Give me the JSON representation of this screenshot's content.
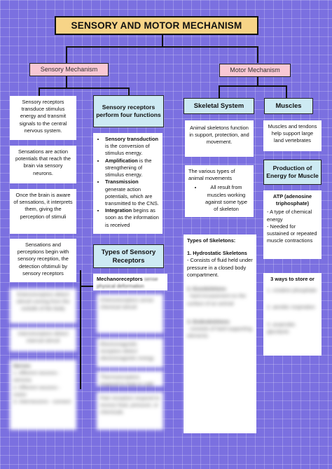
{
  "title": "SENSORY AND MOTOR MECHANISM",
  "sensory": {
    "label": "Sensory Mechanism",
    "col1": [
      "Sensory receptors transduce stimulus energy and transmit signals to the central nervous system.",
      "Sensations are action potentials that reach the brain via sensory neurons.",
      "Once the brain is aware of sensations, it interprets them, giving the perception of stimuli",
      "Sensations and perceptions begin with sensory reception, the detection ofstimuli by sensory receptors",
      "Exteroreceptors detect stimuli coming from the outside of the body",
      "Interoreceptors detect internal stimuli",
      "Nerves",
      "1. Afferent neurons - sensory",
      "2. Efferent neurons - motor",
      "3. Interneurons - connect"
    ],
    "functions": {
      "header": "Sensory receptors perform four functions",
      "items": [
        {
          "term": "Sensory transduction",
          "text": " is the conversion of stimulus energy."
        },
        {
          "term": "Amplification",
          "text": " is the strengthening of stimulus energy."
        },
        {
          "term": "Transmission",
          "text": " generate action potentials, which are transmitted to the CNS."
        },
        {
          "term": "Integration",
          "text": " begins as soon as the information is received"
        }
      ]
    },
    "types": {
      "header": "Types of Sensory Receptors",
      "mechano": {
        "term": "Mechanoreceptors",
        "text": " sense physical deformation"
      },
      "blurred": [
        "Chemoreceptors sense chemical stimuli",
        "Electromagnetic receptors detect electromagnetic energy",
        "Thermoreceptors respond to heat or cold",
        "Pain receptors respond to excess heat, pressure, or chemicals"
      ]
    }
  },
  "motor": {
    "label": "Motor Mechanism",
    "skeletal": {
      "header": "Skeletal System",
      "box1": "Animal skeletons function in support, protection, and movement.",
      "box2_lead": "The various types of animal movements",
      "box2_item": "All result from muscles working against some type of skeleton",
      "types_header": "Types of Skeletons:",
      "hydro_title": "1. Hydrostatic Skeletons",
      "hydro_text": "- Consists of fluid held under pressure in a closed body compartment.",
      "blurred": [
        "2. Exoskeletons",
        "- hard encasement on the surface of an animal",
        "3. Endoskeletons",
        "- consists of hard supporting elements"
      ]
    },
    "muscles": {
      "header": "Muscles",
      "box1": "Muscles and tendons help support large land vertebrates",
      "energy_header": "Production of Energy for Muscle",
      "atp_title": "ATP (adenosine triphosphate)",
      "atp_lines": [
        "- A type of chemical energy",
        "- Needed for sustained or repeated muscle contractions"
      ],
      "store_header": "3 ways to store or",
      "blurred": [
        "1. creatine phosphate",
        "2. aerobic respiration",
        "3. anaerobic glycolysis"
      ]
    }
  }
}
